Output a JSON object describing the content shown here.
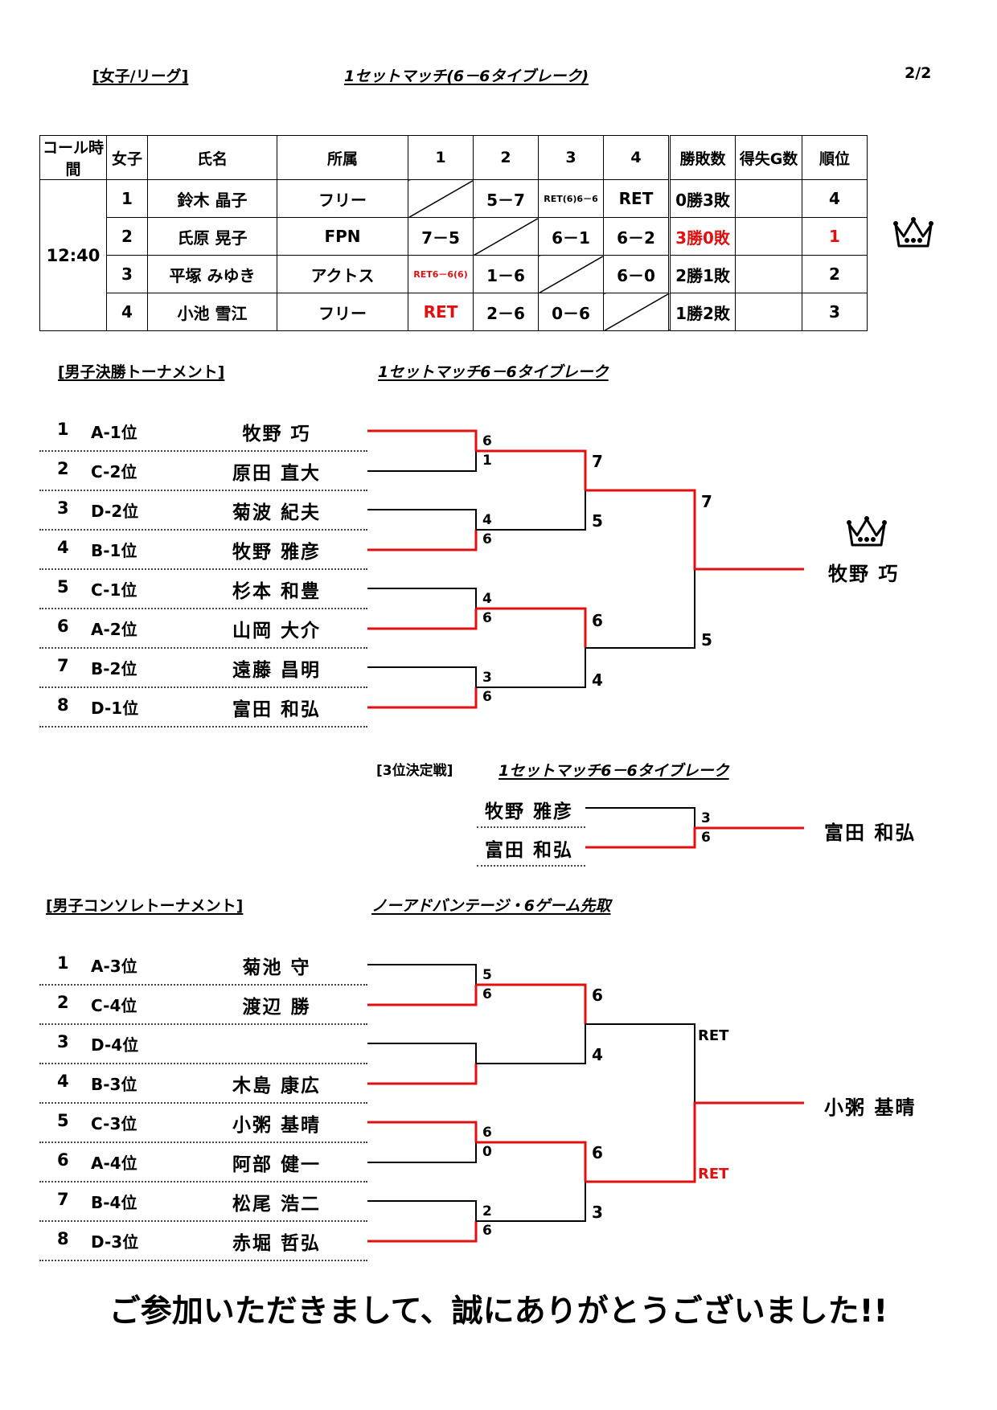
{
  "header": {
    "league_title": "[女子/リーグ]",
    "league_format": "1セットマッチ(6－6タイブレーク)",
    "page_no": "2/2"
  },
  "league": {
    "columns": [
      "コール時間",
      "女子",
      "氏名",
      "所属",
      "1",
      "2",
      "3",
      "4",
      "勝敗数",
      "得失G数",
      "順位"
    ],
    "call_time": "12:40",
    "rows": [
      {
        "no": "1",
        "name": "鈴木  晶子",
        "club": "フリー",
        "r1": "",
        "r2": "5－7",
        "r3": "RET(6)6－6",
        "r4": "RET",
        "wl": "0勝3敗",
        "gd": "",
        "rank": "4"
      },
      {
        "no": "2",
        "name": "氏原  晃子",
        "club": "FPN",
        "r1": "7－5",
        "r2": "",
        "r3": "6－1",
        "r4": "6－2",
        "wl": "3勝0敗",
        "gd": "",
        "rank": "1"
      },
      {
        "no": "3",
        "name": "平塚  みゆき",
        "club": "アクトス",
        "r1": "RET6－6(6)",
        "r2": "1－6",
        "r3": "",
        "r4": "6－0",
        "wl": "2勝1敗",
        "gd": "",
        "rank": "2"
      },
      {
        "no": "4",
        "name": "小池  雪江",
        "club": "フリー",
        "r1": "RET",
        "r2": "2－6",
        "r3": "0－6",
        "r4": "",
        "wl": "1勝2敗",
        "gd": "",
        "rank": "3"
      }
    ]
  },
  "final": {
    "title": "[男子決勝トーナメント]",
    "format": "1セットマッチ6－6タイブレーク",
    "entries": [
      {
        "seed": "1",
        "pos": "A-1位",
        "name": "牧野    巧"
      },
      {
        "seed": "2",
        "pos": "C-2位",
        "name": "原田  直大"
      },
      {
        "seed": "3",
        "pos": "D-2位",
        "name": "菊波  紀夫"
      },
      {
        "seed": "4",
        "pos": "B-1位",
        "name": "牧野  雅彦"
      },
      {
        "seed": "5",
        "pos": "C-1位",
        "name": "杉本  和豊"
      },
      {
        "seed": "6",
        "pos": "A-2位",
        "name": "山岡  大介"
      },
      {
        "seed": "7",
        "pos": "B-2位",
        "name": "遠藤  昌明"
      },
      {
        "seed": "8",
        "pos": "D-1位",
        "name": "富田  和弘"
      }
    ],
    "r1_scores": [
      "6",
      "1",
      "4",
      "6",
      "4",
      "6",
      "3",
      "6"
    ],
    "r2_scores": [
      "7",
      "5",
      "6",
      "4"
    ],
    "r3_scores": [
      "7",
      "5"
    ],
    "winner": "牧野    巧"
  },
  "third": {
    "title": "[3位決定戦]",
    "format": "1セットマッチ6－6タイブレーク",
    "players": [
      "牧野  雅彦",
      "富田  和弘"
    ],
    "scores": [
      "3",
      "6"
    ],
    "winner": "富田  和弘"
  },
  "consolation": {
    "title": "[男子コンソレトーナメント]",
    "format": "ノーアドバンテージ・6ゲーム先取",
    "entries": [
      {
        "seed": "1",
        "pos": "A-3位",
        "name": "菊池    守"
      },
      {
        "seed": "2",
        "pos": "C-4位",
        "name": "渡辺    勝"
      },
      {
        "seed": "3",
        "pos": "D-4位",
        "name": ""
      },
      {
        "seed": "4",
        "pos": "B-3位",
        "name": "木島  康広"
      },
      {
        "seed": "5",
        "pos": "C-3位",
        "name": "小粥  基晴"
      },
      {
        "seed": "6",
        "pos": "A-4位",
        "name": "阿部  健一"
      },
      {
        "seed": "7",
        "pos": "B-4位",
        "name": "松尾  浩二"
      },
      {
        "seed": "8",
        "pos": "D-3位",
        "name": "赤堀  哲弘"
      }
    ],
    "r1_scores": [
      "5",
      "6",
      "6",
      "0",
      "2",
      "6"
    ],
    "r2_scores": [
      "6",
      "4",
      "6",
      "3"
    ],
    "r3_scores": [
      "RET",
      "RET"
    ],
    "winner": "小粥  基晴"
  },
  "footer": {
    "thanks": "ご参加いただきまして、誠にありがとうございました!!"
  },
  "colors": {
    "winner_line": "#e01010",
    "line": "#000000"
  },
  "icons": {
    "crown": "crown-icon"
  }
}
